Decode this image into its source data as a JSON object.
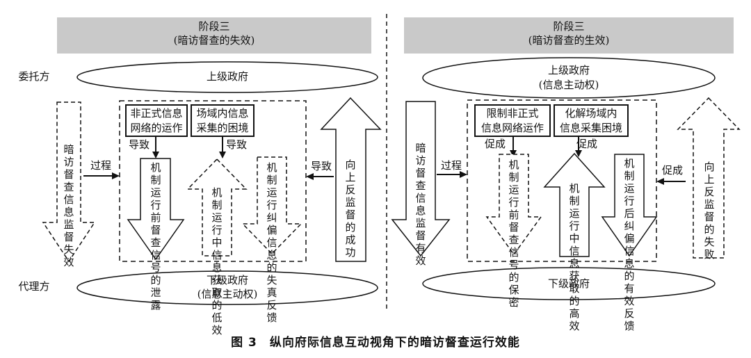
{
  "left": {
    "stage_title": "阶段三\n(暗访督查的失效)",
    "role_top": "委托方",
    "role_bottom": "代理方",
    "upper_gov": "上级政府",
    "lower_gov": "下级政府",
    "lower_gov_sub": "(信息主动权)",
    "outer_left_arrow": "暗访督查信息监督失效",
    "process_label": "过程",
    "box1": "非正式信息\n网络的运作",
    "box2": "场域内信息\n采集的困境",
    "lead1": "导致",
    "lead2": "导致",
    "arrow1": "机制运行前督查信号的泄露",
    "arrow2": "机制运行中信息获取的低效",
    "arrow3": "机制运行纠偏信息的失真反馈",
    "lead_right": "导致",
    "outer_right_arrow": "向上反监督的成功"
  },
  "right": {
    "stage_title": "阶段三\n(暗访督查的生效)",
    "upper_gov": "上级政府",
    "upper_gov_sub": "(信息主动权)",
    "lower_gov": "下级政府",
    "outer_left_arrow": "暗访督查信息监督有效",
    "process_label": "过程",
    "box1": "限制非正式\n信息网络运作",
    "box2": "化解场域内\n信息采集困境",
    "lead1": "促成",
    "lead2": "促成",
    "arrow1": "机制运行前督查信号的保密",
    "arrow2": "机制运行中信息获取的高效",
    "arrow3": "机制运行后纠偏信息的有效反馈",
    "lead_right": "促成",
    "outer_right_arrow": "向上反监督的失败"
  },
  "caption": "图 3　纵向府际信息互动视角下的暗访督查运行效能"
}
